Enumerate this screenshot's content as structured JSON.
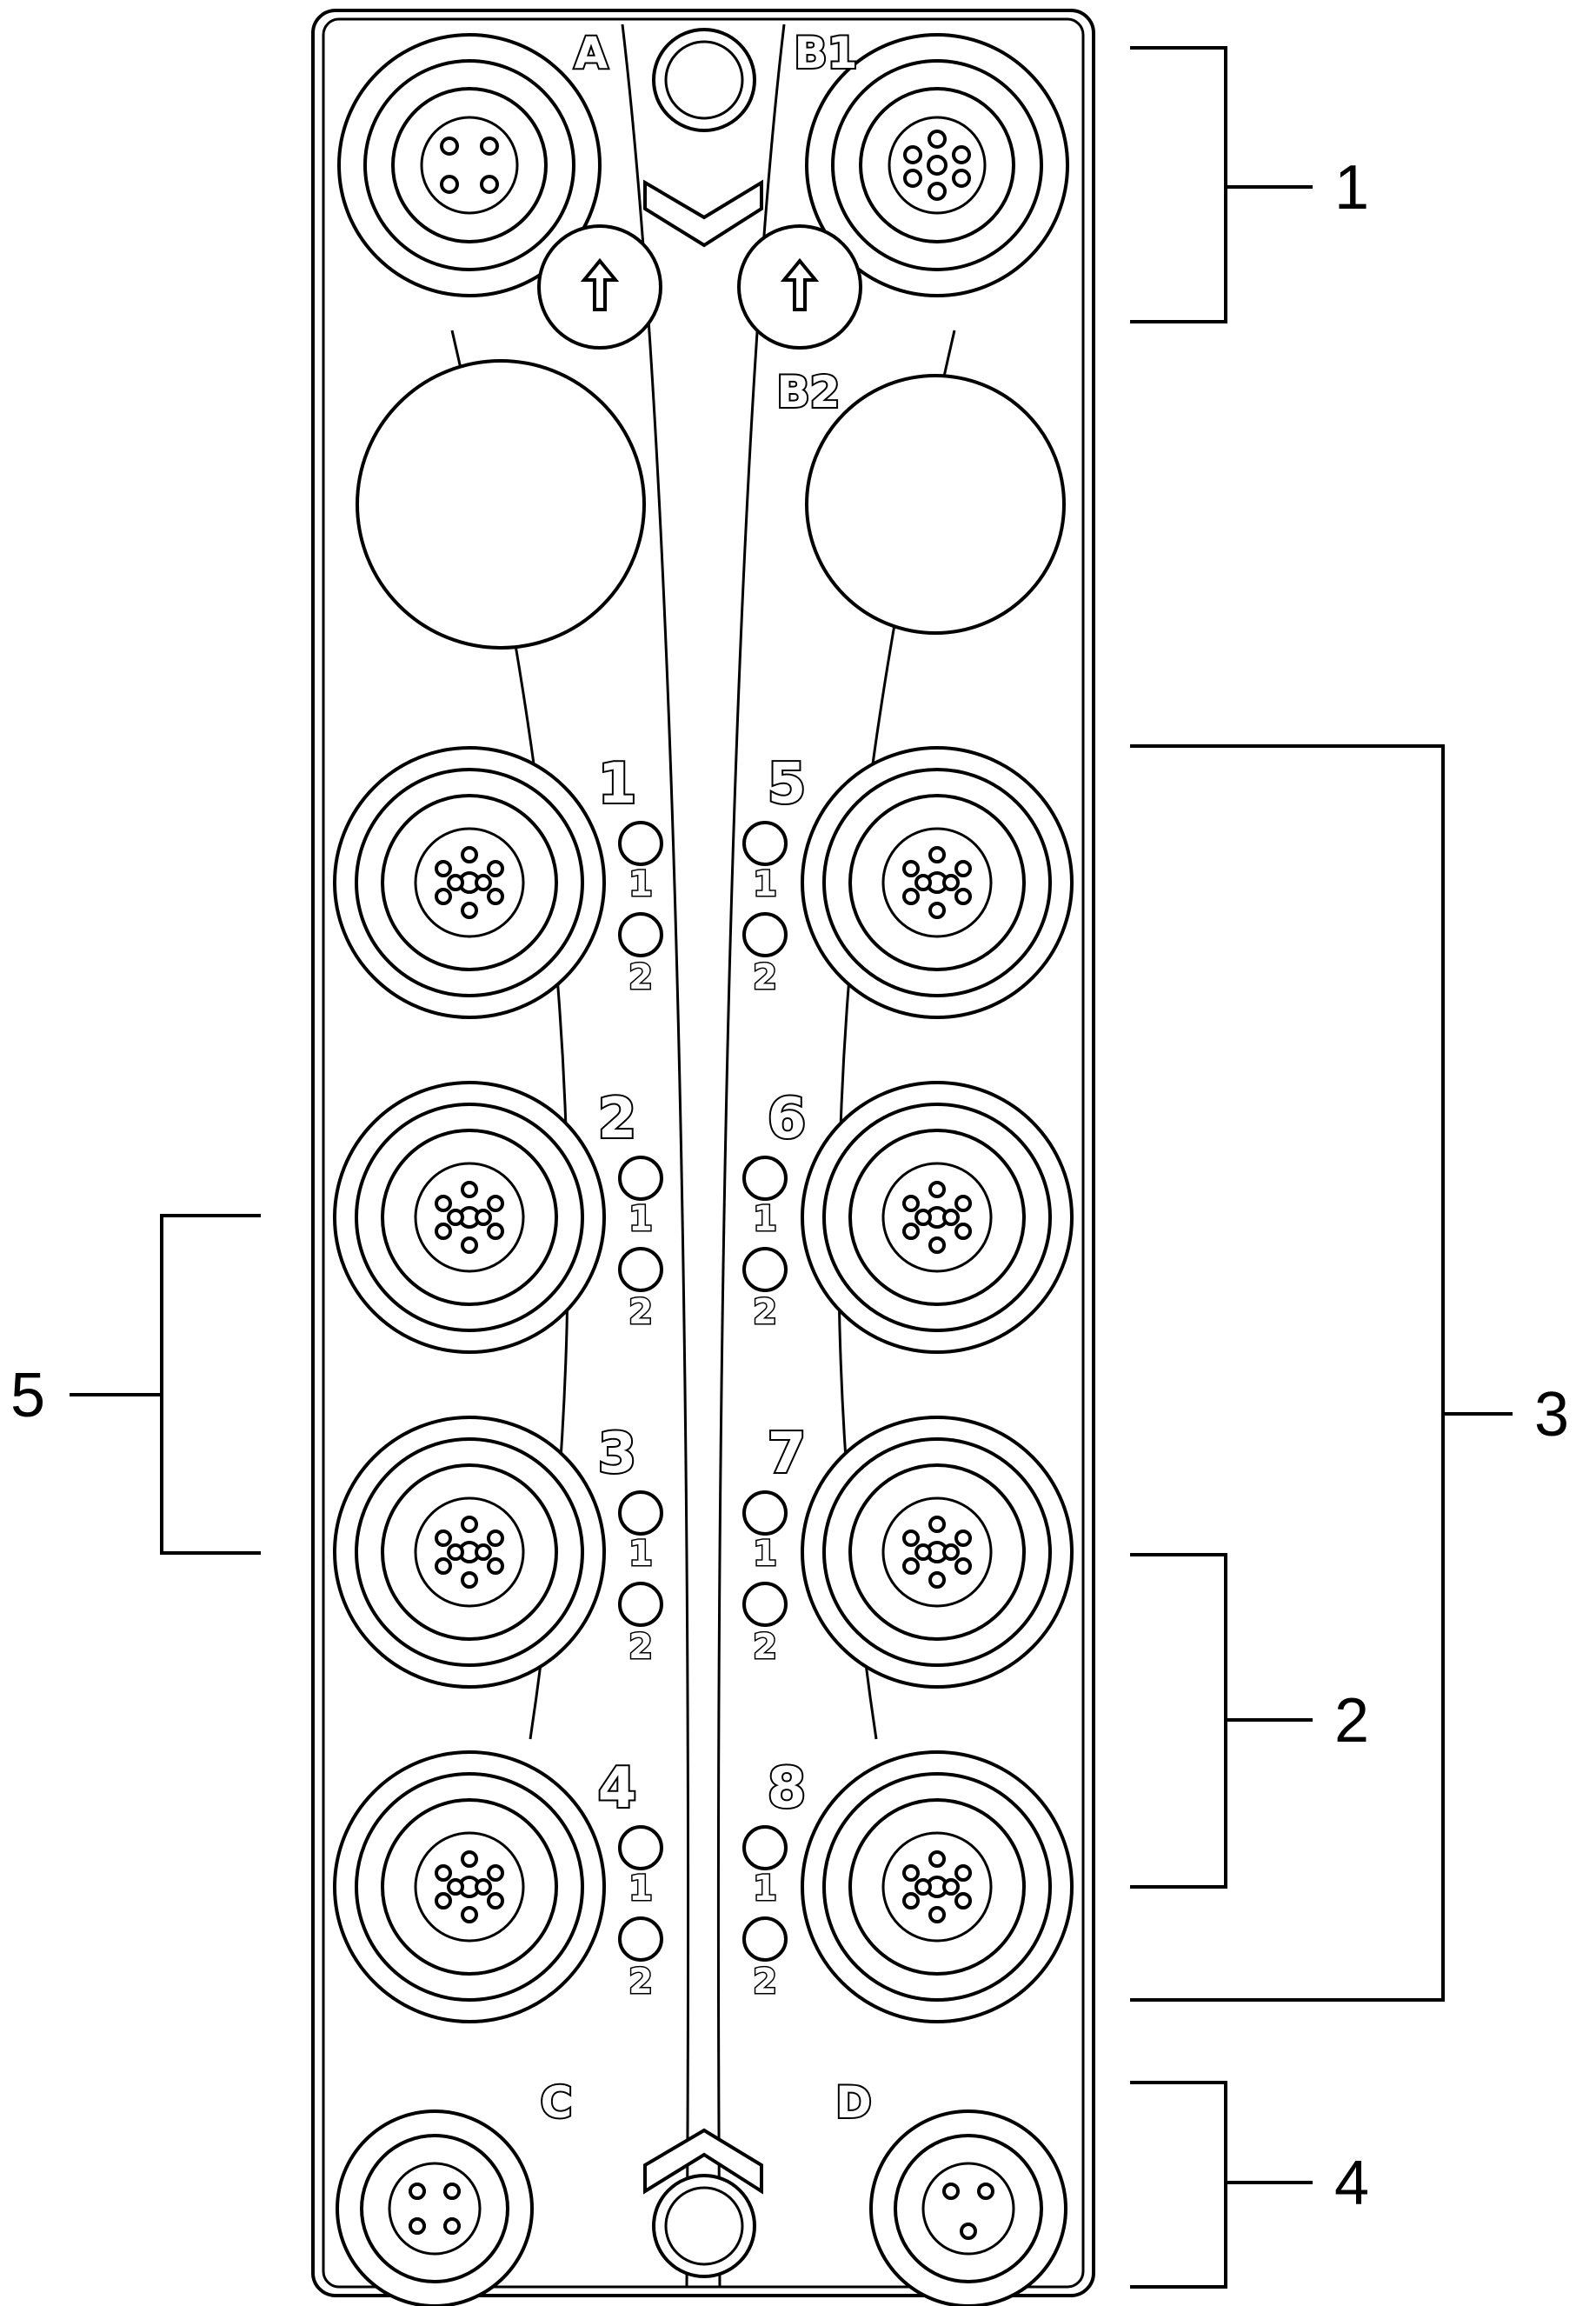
{
  "figure": {
    "colors": {
      "line": "#000000",
      "background": "#ffffff"
    }
  },
  "top_ports": [
    {
      "label": "A",
      "icon": "m12-4pin-connector-icon"
    },
    {
      "label": "B1",
      "icon": "m12-8pin-connector-icon"
    }
  ],
  "top_secondary_label": "B2",
  "io_ports_left": [
    {
      "label": "1",
      "led1": "1",
      "led2": "2"
    },
    {
      "label": "2",
      "led1": "1",
      "led2": "2"
    },
    {
      "label": "3",
      "led1": "1",
      "led2": "2"
    },
    {
      "label": "4",
      "led1": "1",
      "led2": "2"
    }
  ],
  "io_ports_right": [
    {
      "label": "5",
      "led1": "1",
      "led2": "2"
    },
    {
      "label": "6",
      "led1": "1",
      "led2": "2"
    },
    {
      "label": "7",
      "led1": "1",
      "led2": "2"
    },
    {
      "label": "8",
      "led1": "1",
      "led2": "2"
    }
  ],
  "power_ports": [
    {
      "label": "C",
      "icon": "m8-4pin-male-connector-icon"
    },
    {
      "label": "D",
      "icon": "m8-4pin-female-connector-icon"
    }
  ],
  "callouts": [
    {
      "label": "1"
    },
    {
      "label": "2"
    },
    {
      "label": "3"
    },
    {
      "label": "4"
    },
    {
      "label": "5"
    }
  ]
}
